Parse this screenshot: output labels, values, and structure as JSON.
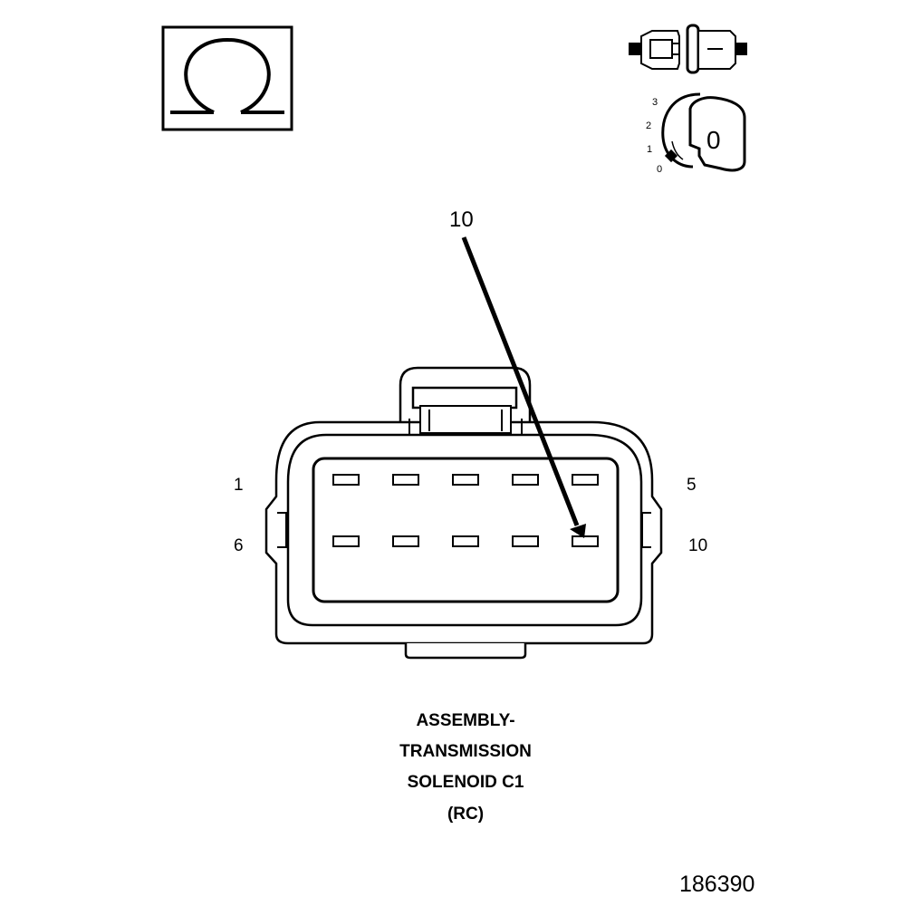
{
  "meter_icon": {
    "symbol": "Ω",
    "name": "ohmmeter"
  },
  "connector_icon": {
    "name": "disconnected-connector"
  },
  "ignition_icon": {
    "name": "ignition-key",
    "positions": [
      "3",
      "2",
      "1",
      "0"
    ],
    "key_label": "0"
  },
  "callout": {
    "label": "10",
    "target_pin": "10"
  },
  "pin_labels": {
    "top_left": "1",
    "top_right": "5",
    "bottom_left": "6",
    "bottom_right": "10"
  },
  "connector": {
    "rows": 2,
    "pins_per_row": 5
  },
  "caption": {
    "lines": [
      "ASSEMBLY-",
      "TRANSMISSION",
      "SOLENOID C1",
      "(RC)"
    ]
  },
  "figure_id": "186390",
  "colors": {
    "line": "#000000",
    "background": "#ffffff"
  }
}
